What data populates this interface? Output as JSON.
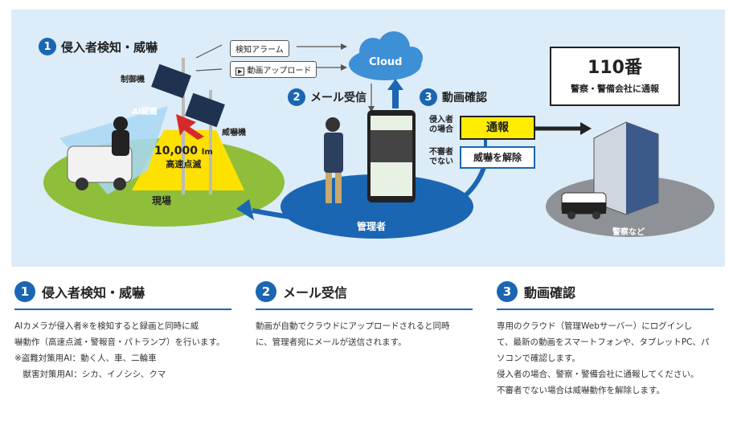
{
  "diagram": {
    "step1": {
      "num": "1",
      "title": "侵入者検知・威嚇"
    },
    "step2": {
      "num": "2",
      "title": "メール受信"
    },
    "step3": {
      "num": "3",
      "title": "動画確認"
    },
    "alarm_label": "検知アラーム",
    "upload_label": "動画アップロード",
    "cloud_label": "Cloud",
    "controller_label": "制御機",
    "ai_label": "AI認識",
    "intimidator_label": "威嚇機",
    "flash_line1": "10,000",
    "flash_unit": "lm",
    "flash_line2": "高速点滅",
    "site_label": "現場",
    "manager_label": "管理者",
    "intruder_case": "侵入者\nの場合",
    "report_button": "通報",
    "not_suspicious_case": "不審者\nでない",
    "release_button": "威嚇を解除",
    "police_number": "110番",
    "police_sub": "警察・警備会社に通報",
    "police_label": "警察など"
  },
  "sections": [
    {
      "num": "1",
      "title": "侵入者検知・威嚇",
      "text": "AIカメラが侵入者※を検知すると録画と同時に威\n嚇動作（高速点滅・警報音・パトランプ）を行います。\n※盗難対策用AI：動く人、車、二輪車\n　獣害対策用AI：シカ、イノシシ、クマ"
    },
    {
      "num": "2",
      "title": "メール受信",
      "text": "動画が自動でクラウドにアップロードされると同時\nに、管理者宛にメールが送信されます。"
    },
    {
      "num": "3",
      "title": "動画確認",
      "text": "専用のクラウド（管理Webサーバー）にログインし\nて、最新の動画をスマートフォンや、タブレットPC、パ\nソコンで確認します。\n侵入者の場合、警察・警備会社に通報してください。\n不審者でない場合は威嚇動作を解除します。"
    }
  ]
}
